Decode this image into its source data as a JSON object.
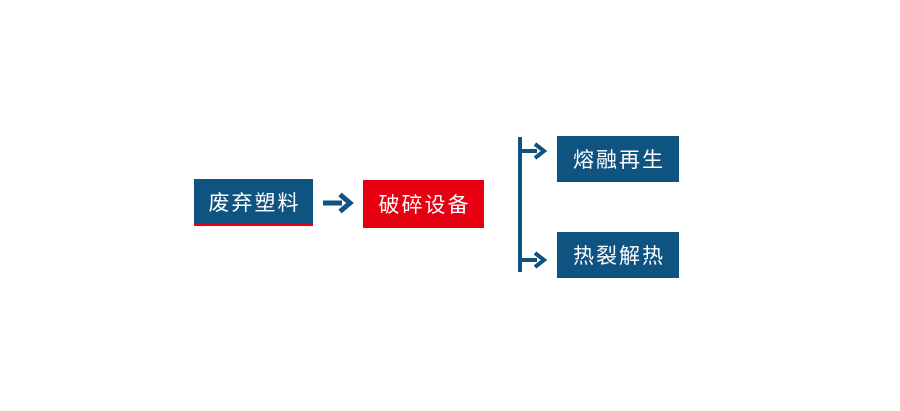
{
  "diagram": {
    "type": "flowchart",
    "nodes": [
      {
        "id": "waste-plastic",
        "label": "废弃塑料",
        "fill": "#0f5381",
        "underline": "#e60012"
      },
      {
        "id": "crushing-equipment",
        "label": "破碎设备",
        "fill": "#e60012"
      },
      {
        "id": "melt-regeneration",
        "label": "熔融再生",
        "fill": "#0f5381"
      },
      {
        "id": "pyrolysis",
        "label": "热裂解热",
        "fill": "#0f5381"
      }
    ],
    "edges": [
      {
        "from": "waste-plastic",
        "to": "crushing-equipment",
        "style": "arrow"
      },
      {
        "from": "crushing-equipment",
        "to": "melt-regeneration",
        "style": "branch-arrow"
      },
      {
        "from": "crushing-equipment",
        "to": "pyrolysis",
        "style": "branch-arrow"
      }
    ],
    "colors": {
      "node_blue": "#0f5381",
      "node_red": "#e60012",
      "arrow": "#0f5381",
      "text": "#ffffff",
      "background": "#ffffff"
    }
  }
}
